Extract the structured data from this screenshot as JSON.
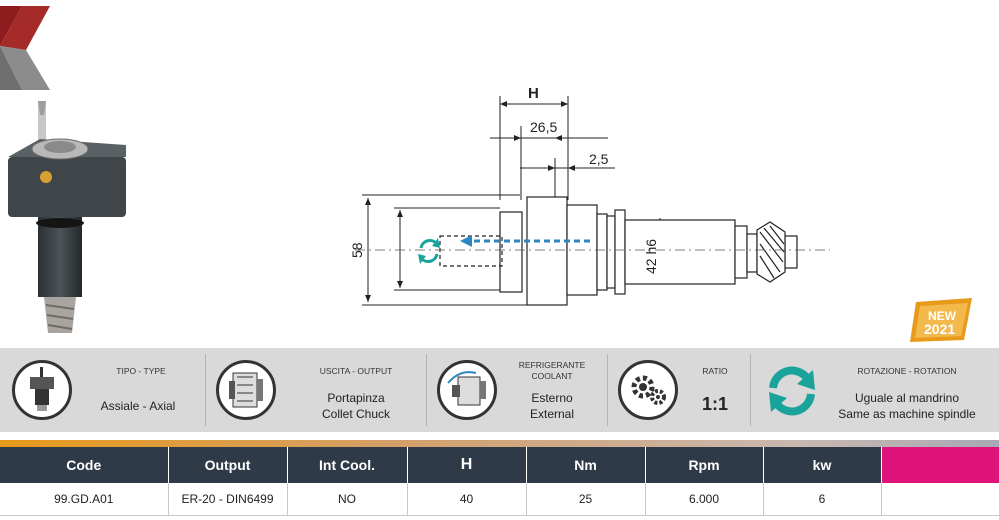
{
  "drawing": {
    "dim_h": "H",
    "dim_265": "26,5",
    "dim_25": "2,5",
    "dim_58": "58",
    "dim_42": "42 h6"
  },
  "badge": {
    "line1": "NEW",
    "line2": "2021"
  },
  "features": [
    {
      "caption": "TIPO - TYPE",
      "value": "Assiale - Axial",
      "icon": "axial-tool-icon"
    },
    {
      "caption": "USCITA - OUTPUT",
      "value_lines": [
        "Portapinza",
        "Collet Chuck"
      ],
      "icon": "collet-chuck-icon"
    },
    {
      "caption_lines": [
        "REFRIGERANTE",
        "COOLANT"
      ],
      "value_lines": [
        "Esterno",
        "External"
      ],
      "icon": "external-coolant-icon"
    },
    {
      "caption": "RATIO",
      "value": "1:1",
      "icon": "gears-icon"
    },
    {
      "caption": "ROTAZIONE - ROTATION",
      "value_lines": [
        "Uguale al mandrino",
        "Same as machine spindle"
      ],
      "icon": "rotation-arrows-icon"
    }
  ],
  "table": {
    "headers": [
      "Code",
      "Output",
      "Int Cool.",
      "H",
      "Nm",
      "Rpm",
      "kw",
      ""
    ],
    "rows": [
      [
        "99.GD.A01",
        "ER-20 - DIN6499",
        "NO",
        "40",
        "25",
        "6.000",
        "6",
        ""
      ]
    ]
  },
  "colors": {
    "header_bg": "#2e3a48",
    "accent_pink": "#e0137a",
    "gold": "#e89a1b",
    "band_bg": "#d9d9d9"
  }
}
